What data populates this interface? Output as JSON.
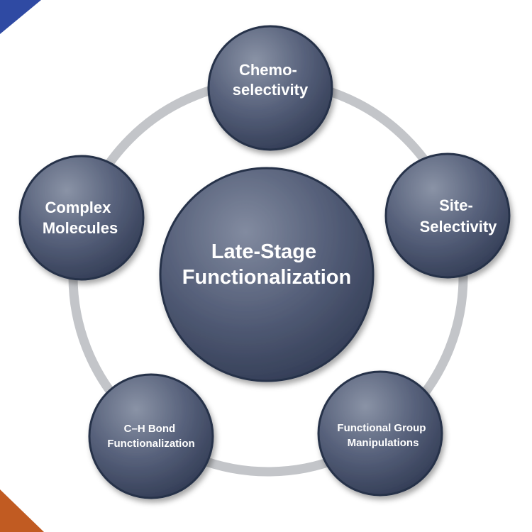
{
  "colors": {
    "background": "#ffffff",
    "ring": "#c3c5c9",
    "node_light": "#7b8498",
    "node_dark": "#3f4a63",
    "node_edge": "#26314a",
    "label": "#ffffff",
    "corner_top": "#2f4aa3",
    "corner_bottom": "#c15b22"
  },
  "center": {
    "lines": [
      "Late-Stage",
      "Functionalization"
    ]
  },
  "nodes": [
    {
      "id": "chemoselectivity",
      "lines": [
        "Chemo-",
        "selectivity"
      ]
    },
    {
      "id": "site-selectivity",
      "lines": [
        "Site-",
        "Selectivity"
      ]
    },
    {
      "id": "functional-group-manipulations",
      "lines": [
        "Functional Group",
        "Manipulations"
      ]
    },
    {
      "id": "ch-bond-functionalization",
      "lines": [
        "C–H Bond",
        "Functionalization"
      ]
    },
    {
      "id": "complex-molecules",
      "lines": [
        "Complex",
        "Molecules"
      ]
    }
  ]
}
